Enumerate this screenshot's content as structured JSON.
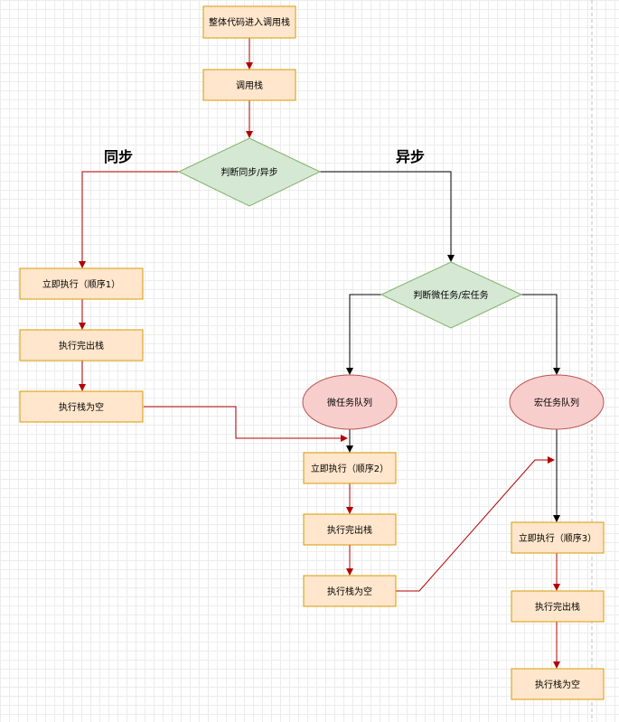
{
  "nodes": {
    "start": "整体代码进入调用栈",
    "call_stack": "调用栈",
    "decide_sync": "判断同步/异步",
    "sync_exec_1": "立即执行（顺序1）",
    "sync_done_1": "执行完出栈",
    "sync_empty_1": "执行栈为空",
    "decide_task": "判断微任务/宏任务",
    "micro_queue": "微任务队列",
    "macro_queue": "宏任务队列",
    "exec_2": "立即执行（顺序2）",
    "done_2": "执行完出栈",
    "empty_2": "执行栈为空",
    "exec_3": "立即执行（顺序3）",
    "done_3": "执行完出栈",
    "empty_3": "执行栈为空"
  },
  "labels": {
    "sync": "同步",
    "async": "异步"
  },
  "colors": {
    "process_fill": "#ffe6cc",
    "process_stroke": "#d79b00",
    "decision_fill": "#d5e8d4",
    "decision_stroke": "#82b366",
    "queue_fill": "#f8cecc",
    "queue_stroke": "#b85450",
    "edge_red": "#b20000",
    "edge_black": "#000000"
  }
}
